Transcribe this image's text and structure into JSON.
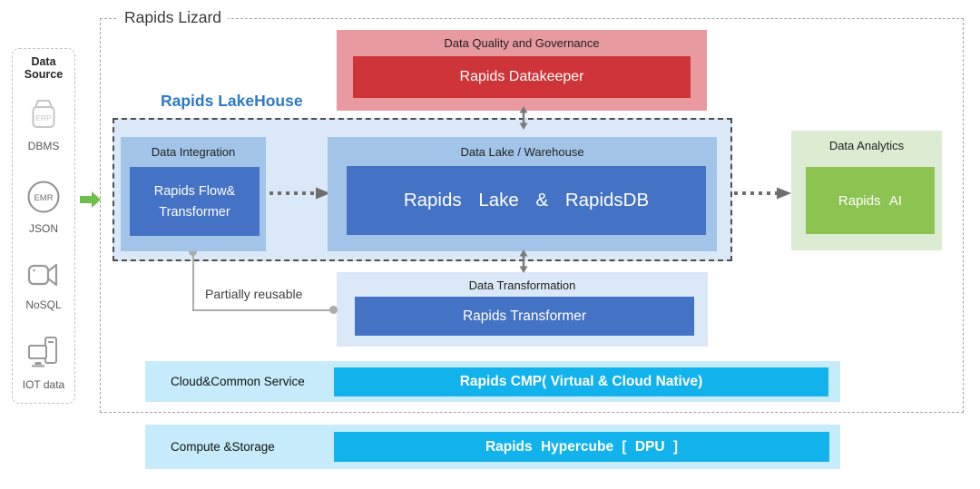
{
  "title": "Rapids Lizard",
  "colors": {
    "pink_container": "#e89aa0",
    "red_box": "#ce3438",
    "light_blue_container": "#dbe8f7",
    "medium_blue_container": "#a2c4e8",
    "dark_blue_box": "#4472c4",
    "lakehouse_title_blue": "#2e79c4",
    "light_green_container": "#dcecd3",
    "green_box": "#8dc351",
    "light_cyan_container": "#c6ecfc",
    "cyan_box": "#12b2ec",
    "arrow_green": "#70bf4c",
    "connector_gray": "#ababab"
  },
  "data_source": {
    "title": "Data Source",
    "items": [
      {
        "icon": "erp-package-icon",
        "icon_text": "ERP",
        "label": "DBMS"
      },
      {
        "icon": "emr-circle-icon",
        "icon_text": "EMR",
        "label": "JSON"
      },
      {
        "icon": "video-camera-icon",
        "icon_text": "",
        "label": "NoSQL"
      },
      {
        "icon": "iot-computer-icon",
        "icon_text": "",
        "label": "IOT data"
      }
    ]
  },
  "governance": {
    "label": "Data Quality and Governance",
    "box_label": "Rapids Datakeeper"
  },
  "lakehouse": {
    "title": "Rapids LakeHouse",
    "integration": {
      "label": "Data Integration",
      "box_line1": "Rapids Flow&",
      "box_line2": "Transformer"
    },
    "warehouse": {
      "label": "Data Lake / Warehouse",
      "box_label": "Rapids Lake & RapidsDB"
    }
  },
  "analytics": {
    "label": "Data Analytics",
    "box_label": "Rapids AI"
  },
  "transformation": {
    "label": "Data Transformation",
    "box_label": "Rapids Transformer"
  },
  "connector_note": "Partially reusable",
  "cloud_common_service": {
    "label": "Cloud&Common Service",
    "box_label": "Rapids CMP( Virtual & Cloud Native)"
  },
  "compute_storage": {
    "label": "Compute &Storage",
    "box_label": "Rapids Hypercube [ DPU ]"
  }
}
